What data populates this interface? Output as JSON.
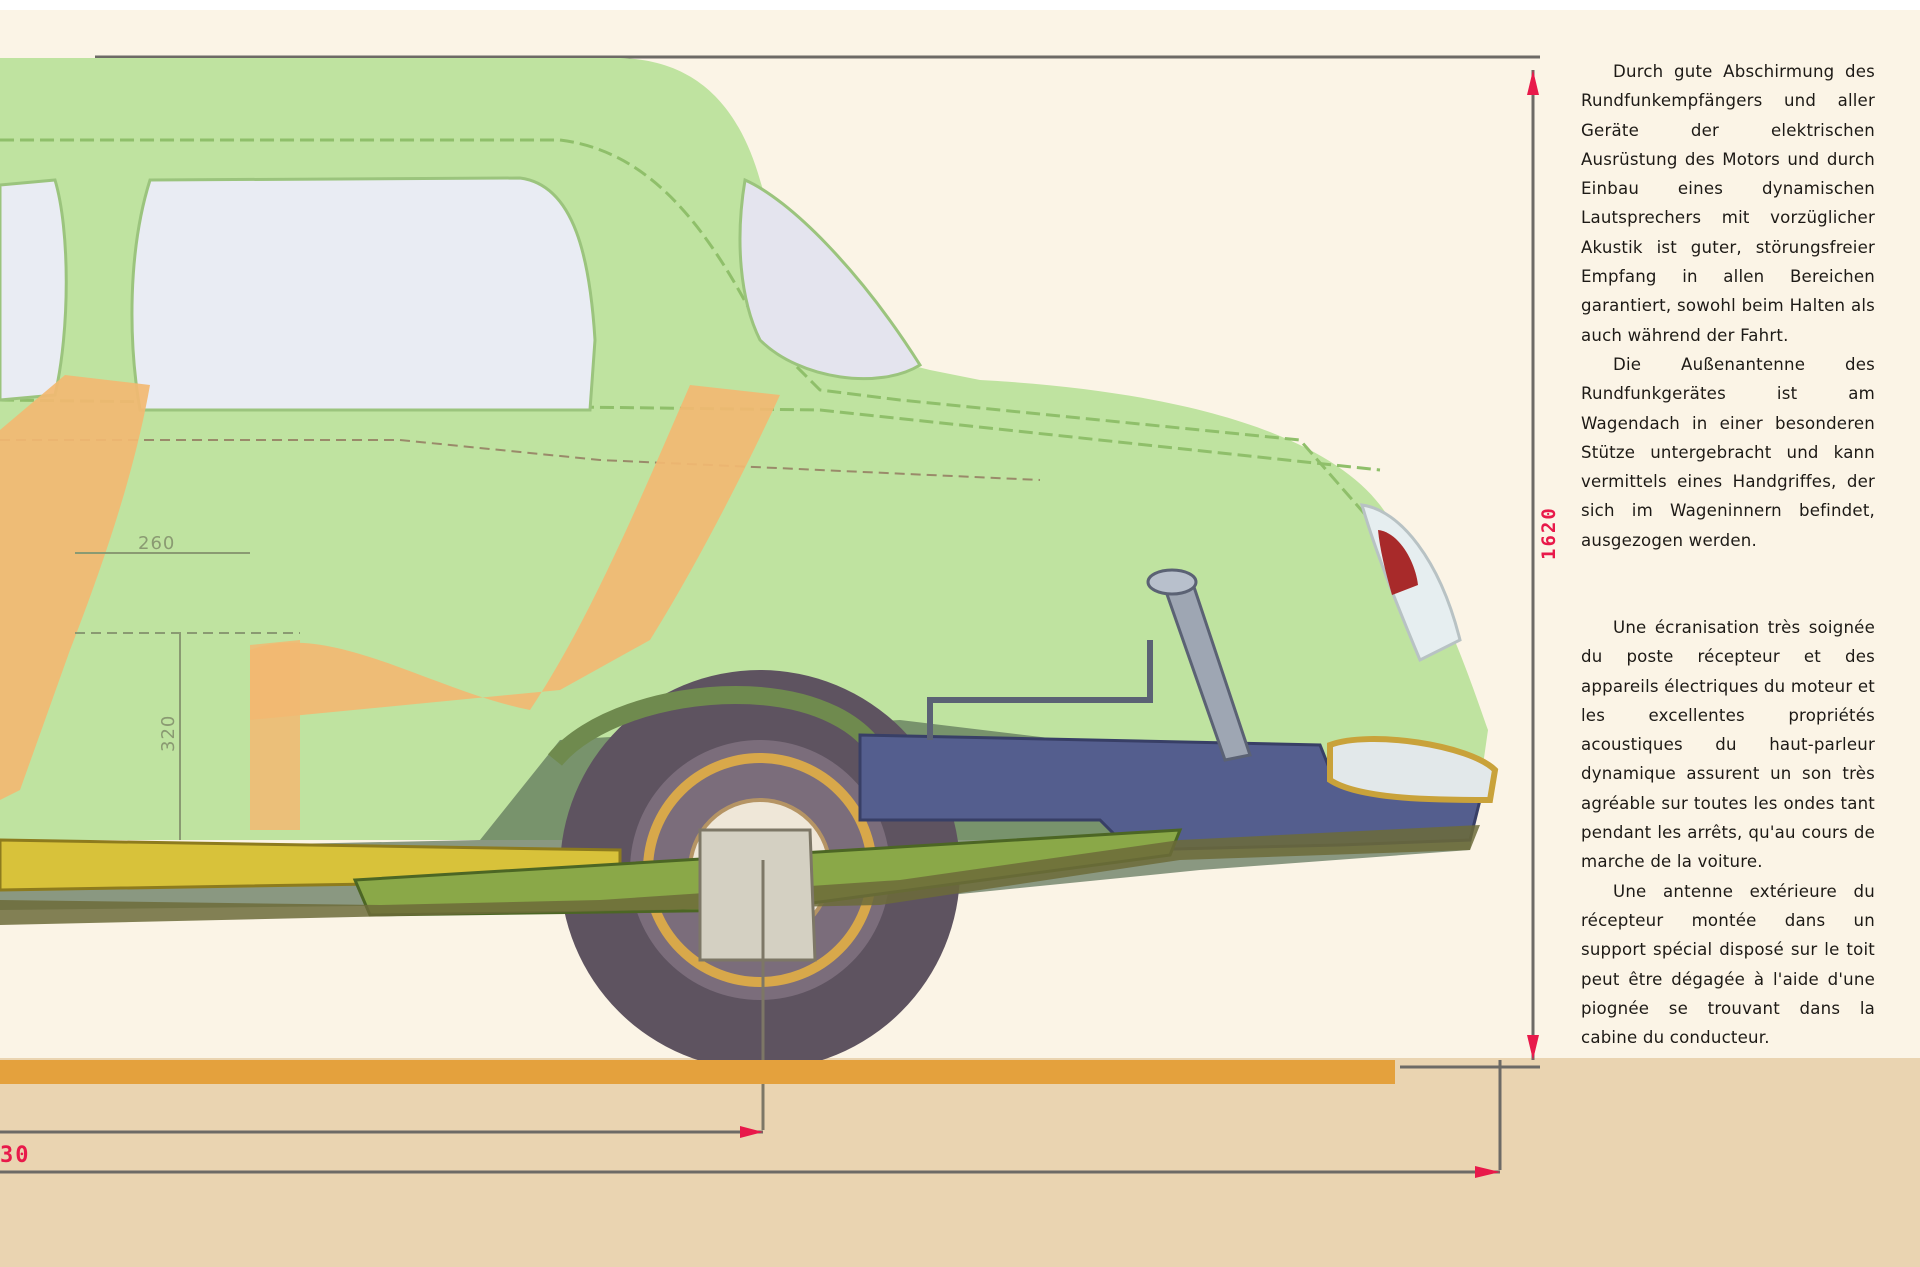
{
  "illustration": {
    "subject": "car-rear-cutaway",
    "colors": {
      "body": "#bfe3a0",
      "body_line": "#8fbf6a",
      "seat": "#f2b872",
      "window": "#e9ecf3",
      "frame": "#545e8e",
      "axle": "#d8c23a",
      "spring": "#8aa848",
      "tire": "#5e5360",
      "floor": "#e4a13d",
      "dimension": "#e8194a"
    }
  },
  "dimensions": {
    "height": "1620",
    "wheelbase_partial": "30",
    "inner_width": "260",
    "inner_height": "320"
  },
  "text": {
    "german": [
      "Durch gute Abschirmung des Rundfunkempfängers und aller Geräte der elektrischen Ausrüstung des Motors und durch Einbau eines dynamischen Lautsprechers mit vorzüglicher Akustik ist guter, störungsfreier Empfang in allen Bereichen garantiert, sowohl beim Halten als auch während der Fahrt.",
      "Die Außenantenne des Rundfunkgerätes ist am Wagendach in einer besonderen Stütze untergebracht und kann vermittels eines Handgriffes, der sich im Wageninnern befindet, ausgezogen werden."
    ],
    "french": [
      "Une écranisation très soignée du poste récepteur et des appareils électriques du moteur et les excellentes propriétés acoustiques du haut-parleur dynamique assurent un son très agréable sur toutes les ondes tant pendant les arrêts, qu'au cours de marche de la voiture.",
      "Une antenne extérieure du récepteur montée dans un support spécial disposé sur le toit peut être dégagée à l'aide d'une piognée se trouvant dans la cabine du conducteur."
    ]
  }
}
